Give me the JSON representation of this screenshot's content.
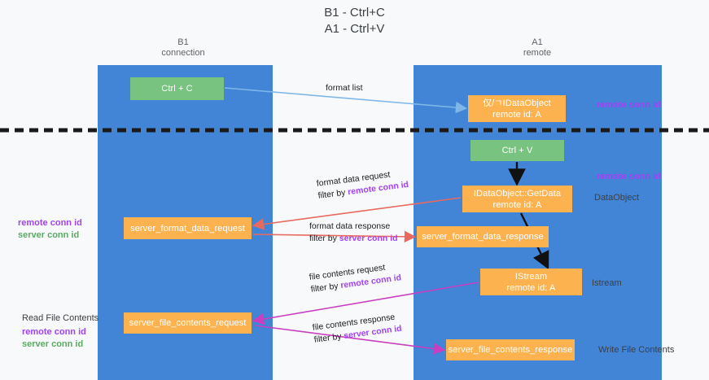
{
  "diagram": {
    "title_line1": "B1 - Ctrl+C",
    "title_line2": "A1 - Ctrl+V",
    "lanes": [
      {
        "id": "b1",
        "name": "B1",
        "role": "connection"
      },
      {
        "id": "a1",
        "name": "A1",
        "role": "remote"
      }
    ],
    "nodes": [
      {
        "id": "ctrl-c",
        "kind": "action",
        "color": "#78c37f",
        "line1": "Ctrl + C",
        "line2": ""
      },
      {
        "id": "idataobject",
        "kind": "object",
        "color": "#fcb34f",
        "line1": "仅/ㄱIDataObject",
        "line2": "remote id: A"
      },
      {
        "id": "ctrl-v",
        "kind": "action",
        "color": "#78c37f",
        "line1": "Ctrl + V",
        "line2": ""
      },
      {
        "id": "getdata",
        "kind": "object",
        "color": "#fcb34f",
        "line1": "IDataObject::GetData",
        "line2": "remote id: A"
      },
      {
        "id": "server-format-data-request",
        "kind": "message",
        "color": "#fcb34f",
        "line1": "server_format_data_request",
        "line2": ""
      },
      {
        "id": "server-format-data-response",
        "kind": "message",
        "color": "#fcb34f",
        "line1": "server_format_data_response",
        "line2": ""
      },
      {
        "id": "istream",
        "kind": "object",
        "color": "#fcb34f",
        "line1": "IStream",
        "line2": "remote id: A"
      },
      {
        "id": "server-file-contents-request",
        "kind": "message",
        "color": "#fcb34f",
        "line1": "server_file_contents_request",
        "line2": ""
      },
      {
        "id": "server-file-contents-response",
        "kind": "message",
        "color": "#fcb34f",
        "line1": "server_file_contents_response",
        "line2": ""
      }
    ],
    "edge_labels": {
      "format_list": "format list",
      "format_data_request": "format data request",
      "format_data_request_filter_prefix": "filter by ",
      "format_data_request_filter_key": "remote conn id",
      "format_data_response": "format data response",
      "format_data_response_filter_prefix": "filter by ",
      "format_data_response_filter_key": "server conn id",
      "file_contents_request": "file contents request",
      "file_contents_request_filter_prefix": "filter by ",
      "file_contents_request_filter_key": "remote conn id",
      "file_contents_response": "file contents response",
      "file_contents_response_filter_prefix": "filter by ",
      "file_contents_response_filter_key": "server conn id"
    },
    "annotations": {
      "right_remote_conn_id_top": "remote conn id",
      "right_remote_conn_id_mid": "remote conn id",
      "right_dataobject": "DataObject",
      "right_istream": "Istream",
      "right_write_file_contents": "Write File Contents",
      "left_remote_conn_id_mid": "remote conn id",
      "left_server_conn_id_mid": "server conn id",
      "left_read_file_contents": "Read File Contents",
      "left_remote_conn_id_bottom": "remote conn id",
      "left_server_conn_id_bottom": "server conn id"
    },
    "colors": {
      "lane": "#4285d6",
      "action_box": "#78c37f",
      "object_box": "#fcb34f",
      "purple": "#a142f4",
      "green_text": "#5aab63",
      "red_arrow": "#e8695f",
      "magenta_arrow": "#c93fc0",
      "blue_arrow": "#7fb7e8",
      "black_arrow": "#111111",
      "background": "#f8f9fa"
    }
  }
}
